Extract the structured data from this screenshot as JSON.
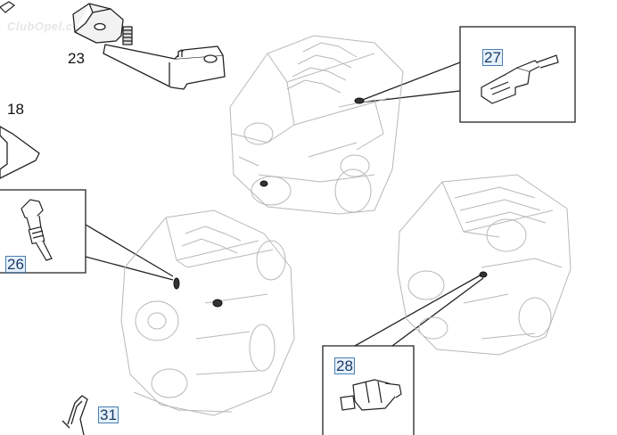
{
  "watermark": "ClubOpel.com",
  "labels": {
    "l23": "23",
    "l18": "18",
    "l26": "26",
    "l27": "27",
    "l28": "28",
    "l31": "31"
  },
  "colors": {
    "line": "#222222",
    "engine": "#b8b8b8",
    "ref_bg": "#e6f1fb",
    "ref_border": "#4a7fb0"
  }
}
